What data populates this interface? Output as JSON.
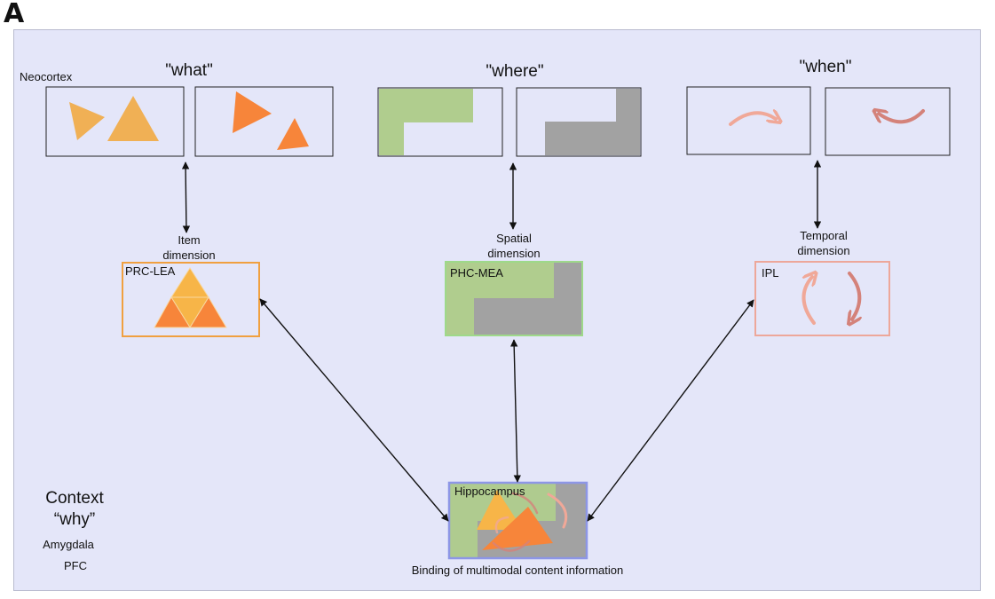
{
  "panel_label": "A",
  "neocortex_label": "Neocortex",
  "headings": {
    "what": "\"what\"",
    "where": "\"where\"",
    "when": "\"when\""
  },
  "dimensions": {
    "item": [
      "Item",
      "dimension"
    ],
    "spatial": [
      "Spatial",
      "dimension"
    ],
    "temporal": [
      "Temporal",
      "dimension"
    ]
  },
  "regions": {
    "prc_lea": "PRC-LEA",
    "phc_mea": "PHC-MEA",
    "ipl": "IPL",
    "hippocampus": "Hippocampus"
  },
  "binding_caption": "Binding of multimodal content information",
  "context": {
    "title": "Context",
    "subtitle": "“why”",
    "amygdala": "Amygdala",
    "pfc": "PFC"
  },
  "colors": {
    "background": "#e4e6f9",
    "orange_light": "#f0b055",
    "orange_dark": "#f7853a",
    "orange_mid": "#f7a346",
    "green": "#b0cd8e",
    "gray": "#a2a2a2",
    "pink": "#f0a898",
    "pink_dark": "#d4827a",
    "prc_border": "#f0a040",
    "phc_border": "#9ed98a",
    "ipl_border": "#eda79a",
    "hippo_border": "#8d96e6"
  }
}
